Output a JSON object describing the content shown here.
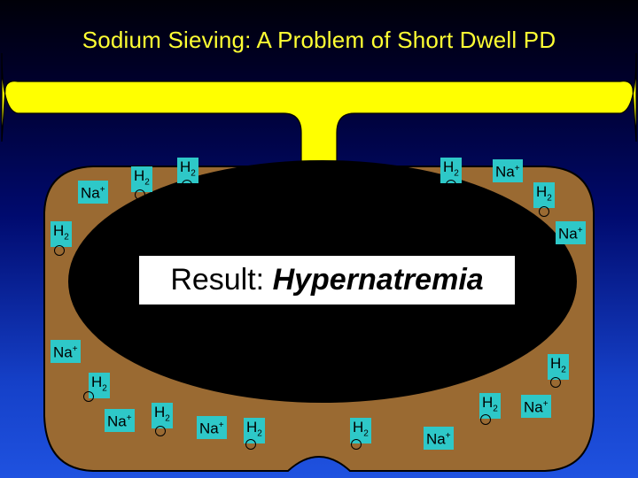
{
  "title": "Sodium Sieving: A Problem of Short Dwell PD",
  "result": {
    "prefix": "Result: ",
    "emphasis": "Hypernatremia"
  },
  "labels": {
    "sodium_base": "Na",
    "sodium_charge": "+",
    "water_base": "H",
    "water_sub": "2"
  },
  "colors": {
    "title": "#ffff33",
    "catheter": "#ffff00",
    "peritoneum": "#9a6a32",
    "cavity": "#000000",
    "label_bg": "#2ec8c8"
  },
  "markers": [
    {
      "kind": "na"
    },
    {
      "kind": "h2"
    },
    {
      "kind": "h2"
    },
    {
      "kind": "h2"
    },
    {
      "kind": "na"
    },
    {
      "kind": "h2"
    },
    {
      "kind": "h2"
    },
    {
      "kind": "na"
    },
    {
      "kind": "na"
    },
    {
      "kind": "h2"
    },
    {
      "kind": "h2"
    },
    {
      "kind": "na"
    },
    {
      "kind": "h2"
    },
    {
      "kind": "na"
    },
    {
      "kind": "h2"
    },
    {
      "kind": "h2"
    },
    {
      "kind": "na"
    },
    {
      "kind": "h2"
    },
    {
      "kind": "na"
    }
  ]
}
